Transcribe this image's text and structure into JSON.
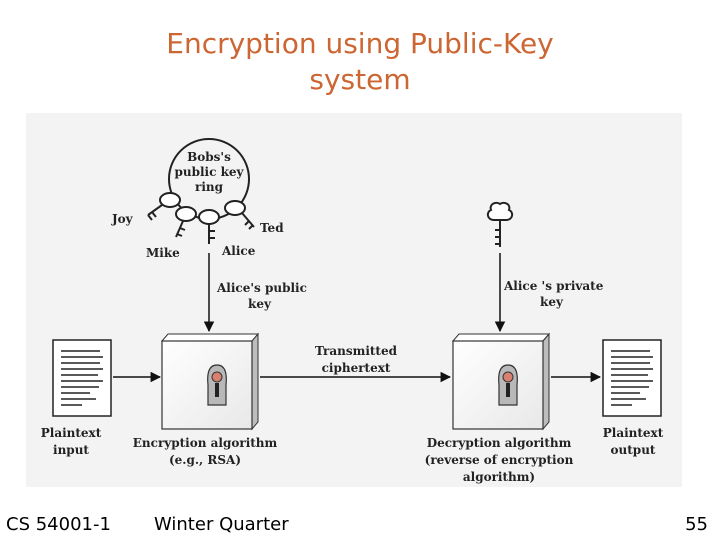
{
  "slide": {
    "title_line1": "Encryption using Public-Key",
    "title_line2": "system",
    "footer_left": "CS 54001-1",
    "footer_center": "Winter Quarter",
    "page_number": "55"
  },
  "diagram": {
    "ring_label_1": "Bobs's",
    "ring_label_2": "public key",
    "ring_label_3": "ring",
    "key_joy": "Joy",
    "key_mike": "Mike",
    "key_alice": "Alice",
    "key_ted": "Ted",
    "alice_public_1": "Alice's public",
    "alice_public_2": "key",
    "alice_private_1": "Alice 's private",
    "alice_private_2": "key",
    "transmitted_1": "Transmitted",
    "transmitted_2": "ciphertext",
    "plaintext_in_1": "Plaintext",
    "plaintext_in_2": "input",
    "enc_1": "Encryption algorithm",
    "enc_2": "(e.g., RSA)",
    "dec_1": "Decryption algorithm",
    "dec_2": "(reverse of encryption",
    "dec_3": "algorithm)",
    "plaintext_out_1": "Plaintext",
    "plaintext_out_2": "output"
  }
}
